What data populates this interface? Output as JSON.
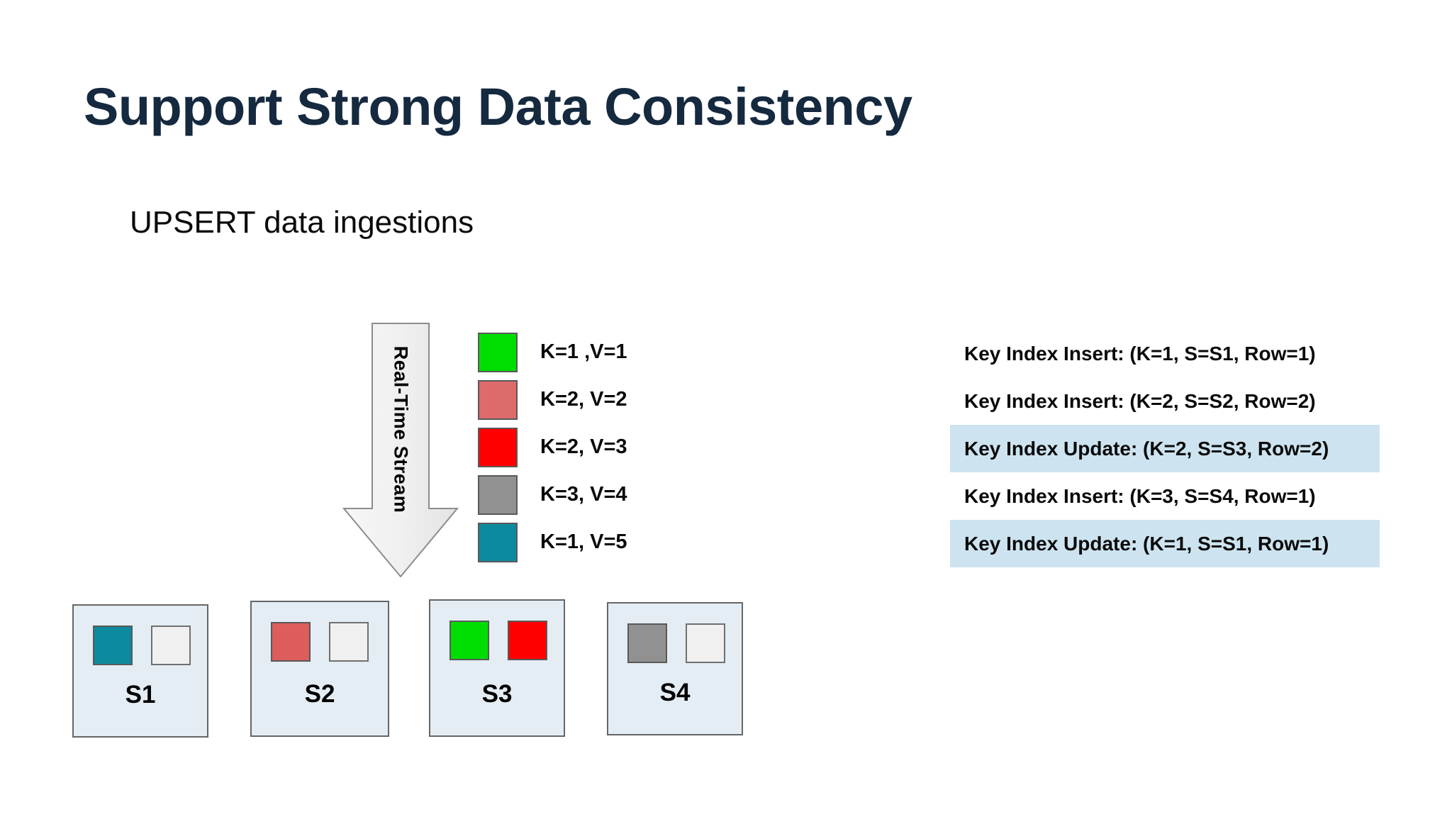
{
  "slide": {
    "title": "Support Strong Data Consistency",
    "subtitle": "UPSERT data ingestions",
    "title_color": "#15293F",
    "background": "#ffffff"
  },
  "stream_arrow": {
    "label": "Real-Time Stream",
    "fill": "#EFEFEF",
    "border": "#8C8C8C",
    "direction": "down"
  },
  "legend": {
    "items": [
      {
        "label": "K=1 ,V=1",
        "color": "#00DD00",
        "key": 1,
        "value": 1
      },
      {
        "label": "K=2, V=2",
        "color": "#DD6B6B",
        "key": 2,
        "value": 2
      },
      {
        "label": "K=2, V=3",
        "color": "#FF0000",
        "key": 2,
        "value": 3
      },
      {
        "label": "K=3, V=4",
        "color": "#919191",
        "key": 3,
        "value": 4
      },
      {
        "label": "K=1, V=5",
        "color": "#0E8A9E",
        "key": 1,
        "value": 5
      }
    ]
  },
  "key_index_log": {
    "highlight_color": "#CDE4F0",
    "entries": [
      {
        "text": "Key Index Insert: (K=1, S=S1, Row=1)",
        "highlighted": false
      },
      {
        "text": "Key Index Insert: (K=2, S=S2, Row=2)",
        "highlighted": false
      },
      {
        "text": "Key Index Update: (K=2, S=S3, Row=2)",
        "highlighted": true
      },
      {
        "text": "Key Index Insert: (K=3, S=S4, Row=1)",
        "highlighted": false
      },
      {
        "text": "Key Index Update: (K=1, S=S1, Row=1)",
        "highlighted": true
      }
    ]
  },
  "segments": {
    "box_fill": "#E4EDF3",
    "box_border": "#666666",
    "empty_cell_fill": "#F0F0F0",
    "items": [
      {
        "label": "S1",
        "cells": [
          {
            "color": "#0E8A9E",
            "empty": false
          },
          {
            "color": "",
            "empty": true
          }
        ]
      },
      {
        "label": "S2",
        "cells": [
          {
            "color": "#DD5C5C",
            "empty": false
          },
          {
            "color": "",
            "empty": true
          }
        ]
      },
      {
        "label": "S3",
        "cells": [
          {
            "color": "#00DD00",
            "empty": false
          },
          {
            "color": "#FF0000",
            "empty": false
          }
        ]
      },
      {
        "label": "S4",
        "cells": [
          {
            "color": "#919191",
            "empty": false
          },
          {
            "color": "",
            "empty": true
          }
        ]
      }
    ]
  }
}
